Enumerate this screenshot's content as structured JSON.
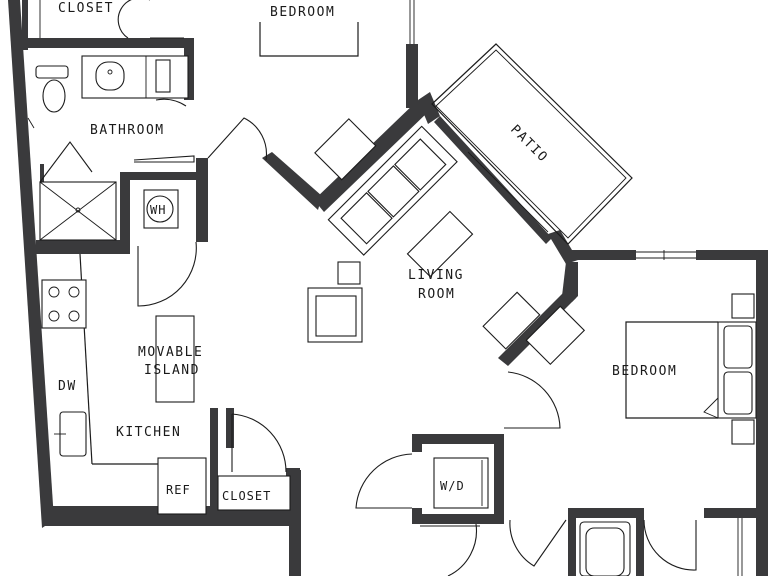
{
  "labels": {
    "closet_top": "CLOSET",
    "bedroom_top": "BEDROOM",
    "bathroom": "BATHROOM",
    "wh": "WH",
    "patio": "PATIO",
    "living_line1": "LIVING",
    "living_line2": "ROOM",
    "island_line1": "MOVABLE",
    "island_line2": "ISLAND",
    "dw": "DW",
    "kitchen": "KITCHEN",
    "ref": "REF",
    "closet_bottom": "CLOSET",
    "wd": "W/D",
    "bedroom_right": "BEDROOM"
  },
  "colors": {
    "wall": "#3a3a3c",
    "line": "#1c1c1c",
    "background": "#ffffff"
  }
}
